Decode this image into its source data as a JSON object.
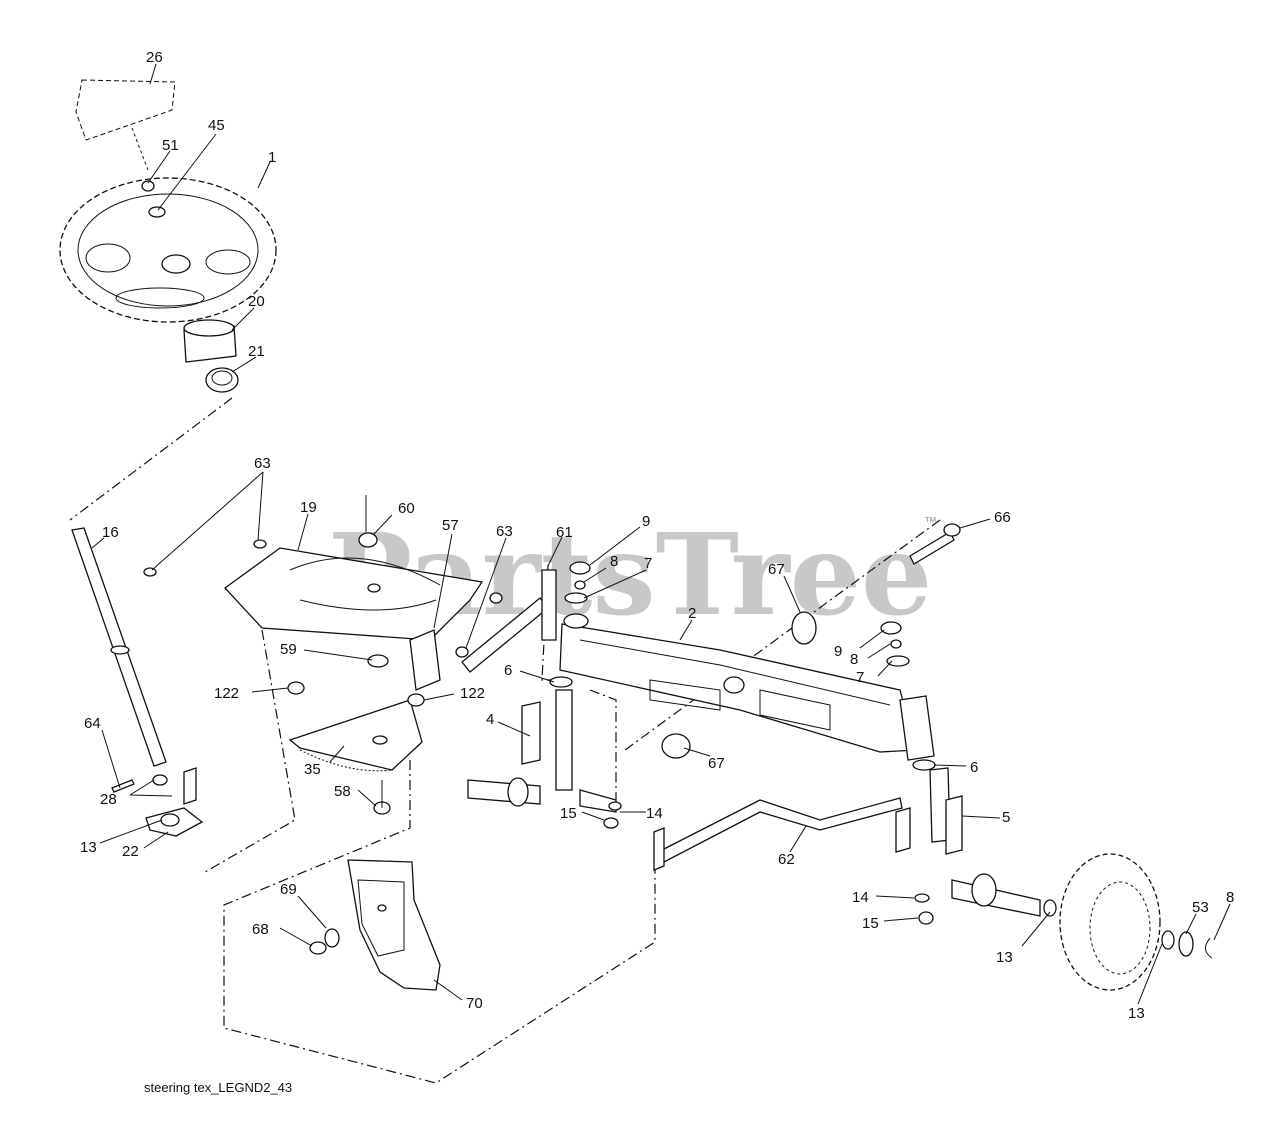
{
  "watermark": {
    "text": "PartsTree",
    "trademark": "™"
  },
  "caption": "steering tex_LEGND2_43",
  "callouts": {
    "c26": "26",
    "c51": "51",
    "c45": "45",
    "c1": "1",
    "c20": "20",
    "c21": "21",
    "c63a": "63",
    "c16": "16",
    "c19": "19",
    "c60": "60",
    "c57": "57",
    "c63b": "63",
    "c61": "61",
    "c9a": "9",
    "c8a": "8",
    "c7a": "7",
    "c66": "66",
    "c67a": "67",
    "c2": "2",
    "c9b": "9",
    "c8b": "8",
    "c7b": "7",
    "c59": "59",
    "c122a": "122",
    "c122b": "122",
    "c6a": "6",
    "c4": "4",
    "c67b": "67",
    "c6b": "6",
    "c64": "64",
    "c35": "35",
    "c58": "58",
    "c28": "28",
    "c13a": "13",
    "c22": "22",
    "c15a": "15",
    "c14a": "14",
    "c5": "5",
    "c62": "62",
    "c14b": "14",
    "c15b": "15",
    "c69": "69",
    "c68": "68",
    "c70": "70",
    "c13b": "13",
    "c53": "53",
    "c8c": "8",
    "c13c": "13"
  }
}
